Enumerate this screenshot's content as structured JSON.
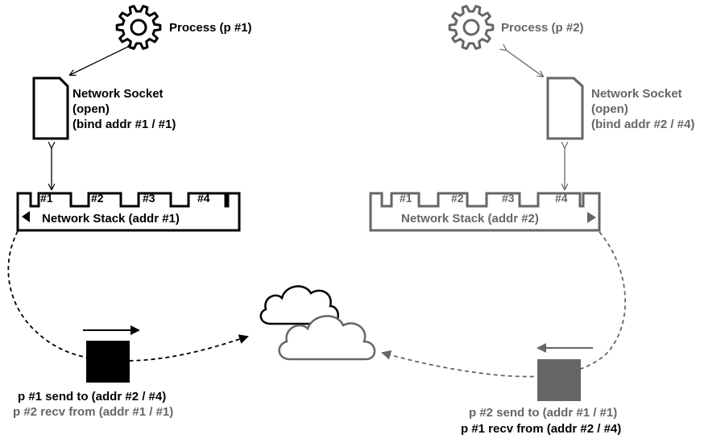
{
  "colors": {
    "black": "#000000",
    "gray": "#666666",
    "white": "#ffffff"
  },
  "left": {
    "process_label": "Process (p #1)",
    "socket_lines": [
      "Network Socket",
      "(open)",
      "(bind addr #1 / #1)"
    ],
    "ports": [
      "#1",
      "#2",
      "#3",
      "#4"
    ],
    "stack_label": "Network Stack (addr #1)",
    "caption_send": "p #1 send to (addr #2 / #4)",
    "caption_recv": "p #2 recv from (addr #1 / #1)"
  },
  "right": {
    "process_label": "Process (p #2)",
    "socket_lines": [
      "Network Socket",
      "(open)",
      "(bind addr #2 / #4)"
    ],
    "ports": [
      "#1",
      "#2",
      "#3",
      "#4"
    ],
    "stack_label": "Network Stack (addr #2)",
    "caption_send": "p #2 send to (addr #1 / #1)",
    "caption_recv": "p #1 recv from (addr #2 / #4)"
  }
}
